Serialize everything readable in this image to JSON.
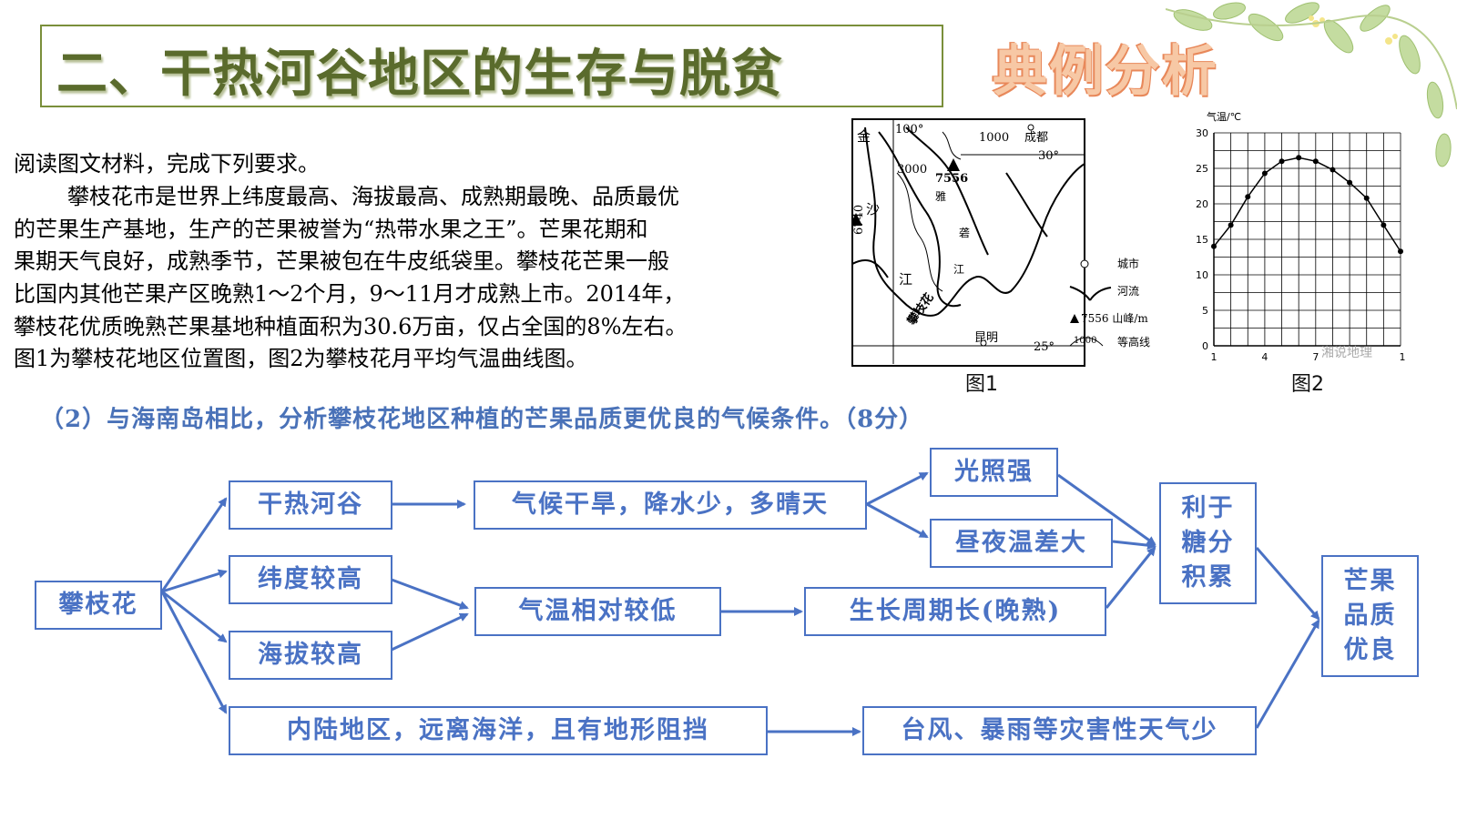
{
  "slide": {
    "title": "二、干热河谷地区的生存与脱贫",
    "subtitle": "典例分析"
  },
  "reading": {
    "line1": "阅读图文材料，完成下列要求。",
    "line2": "攀枝花市是世界上纬度最高、海拔最高、成熟期最晚、品质最优",
    "line3": "的芒果生产基地，生产的芒果被誉为“热带水果之王”。芒果花期和",
    "line4": "果期天气良好，成熟季节，芒果被包在牛皮纸袋里。攀枝花芒果一般",
    "line5": "比国内其他芒果产区晚熟1～2个月，9～11月才成熟上市。2014年，",
    "line6": "攀枝花优质晚熟芒果基地种植面积为30.6万亩，仅占全国的8%左右。",
    "line7": "图1为攀枝花地区位置图，图2为攀枝花月平均气温曲线图。"
  },
  "map": {
    "caption": "图1",
    "lon_label": "100°",
    "lat_top": "30°",
    "lat_bottom": "25°",
    "contour_1000": "1000",
    "contour_3000": "3000",
    "peak_7556": "7556",
    "peak_6740": "6740",
    "city_chengdu": "成都",
    "city_kunming": "昆明",
    "city_panzhihua": "攀枝花",
    "river_jin": "金",
    "river_sha": "沙",
    "river_jiang1": "江",
    "river_ya": "雅",
    "river_long": "砻",
    "river_jiang2": "江",
    "legend": {
      "city": "城市",
      "river": "河流",
      "peak": "7556 山峰/m",
      "contour_value": "1000",
      "contour": "等高线"
    }
  },
  "chart_data": {
    "type": "line",
    "ylabel": "气温/℃",
    "ylim": [
      0,
      30
    ],
    "yticks": [
      "0",
      "5",
      "10",
      "15",
      "20",
      "25",
      "30"
    ],
    "xticks": [
      "1",
      "4",
      "7",
      "1"
    ],
    "xlim": [
      1,
      12
    ],
    "x": [
      1,
      2,
      3,
      4,
      5,
      6,
      7,
      8,
      9,
      10,
      11,
      12
    ],
    "values": [
      14,
      17,
      21,
      24.3,
      26,
      26.5,
      26,
      24.8,
      23,
      20.8,
      17,
      13.3
    ],
    "caption": "图2",
    "watermark": "湘说地理",
    "grid": true,
    "line_color": "#000000"
  },
  "question": {
    "text": "（2）与海南岛相比，分析攀枝花地区种植的芒果品质更优良的气候条件。（8分）"
  },
  "flow": {
    "panzhihua": "攀枝花",
    "dry_hot_valley": "干热河谷",
    "high_latitude": "纬度较高",
    "high_altitude": "海拔较高",
    "inland": "内陆地区，远离海洋，且有地形阻挡",
    "dry_climate": "气候干旱，降水少，多晴天",
    "low_temp": "气温相对较低",
    "strong_light": "光照强",
    "temp_diff": "昼夜温差大",
    "long_growth": "生长周期长(晚熟)",
    "sugar": "利于糖分积累",
    "less_disaster": "台风、暴雨等灾害性天气少",
    "quality": "芒果品质优良",
    "color": "#4a72c4"
  }
}
